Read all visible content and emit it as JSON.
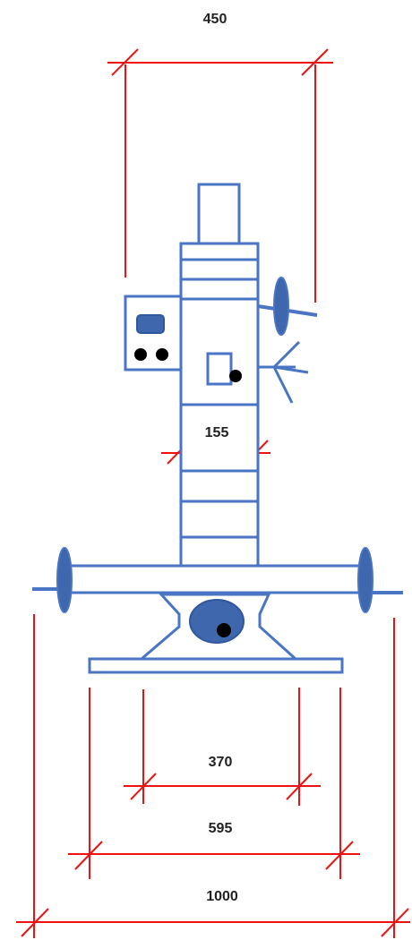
{
  "dimensions": {
    "top_width": "450",
    "column_width": "155",
    "base_inner": "370",
    "base_outer": "595",
    "overall_width": "1000"
  },
  "colors": {
    "outline": "#4a74c4",
    "fill": "#3f67ae",
    "dimension_line": "#ee1111",
    "dot": "#000000"
  }
}
